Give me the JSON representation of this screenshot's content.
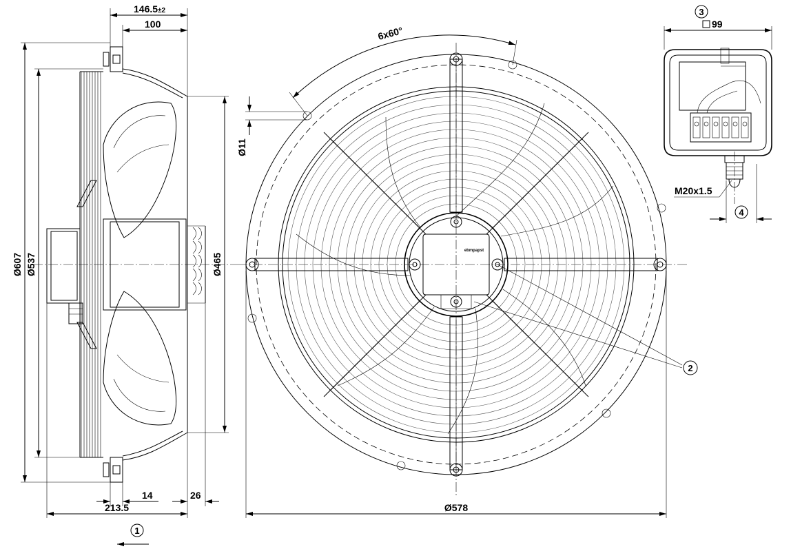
{
  "drawing": {
    "dimensions": {
      "overall_depth": "146.5",
      "overall_depth_tol": "±2",
      "flange_depth": "100",
      "outer_dia": "Ø607",
      "bolt_circle_dia": "Ø537",
      "inner_dia": "Ø465",
      "hole_dia": "Ø11",
      "hole_pattern": "6x60°",
      "frame_dia": "Ø578",
      "thickness": "14",
      "offset": "26",
      "total_length": "213.5",
      "box_size": "99",
      "cable_gland": "M20x1.5"
    },
    "callouts": {
      "c1": "1",
      "c2": "2",
      "c3": "3",
      "c4": "4"
    },
    "logo_text": "ebmpapst"
  }
}
